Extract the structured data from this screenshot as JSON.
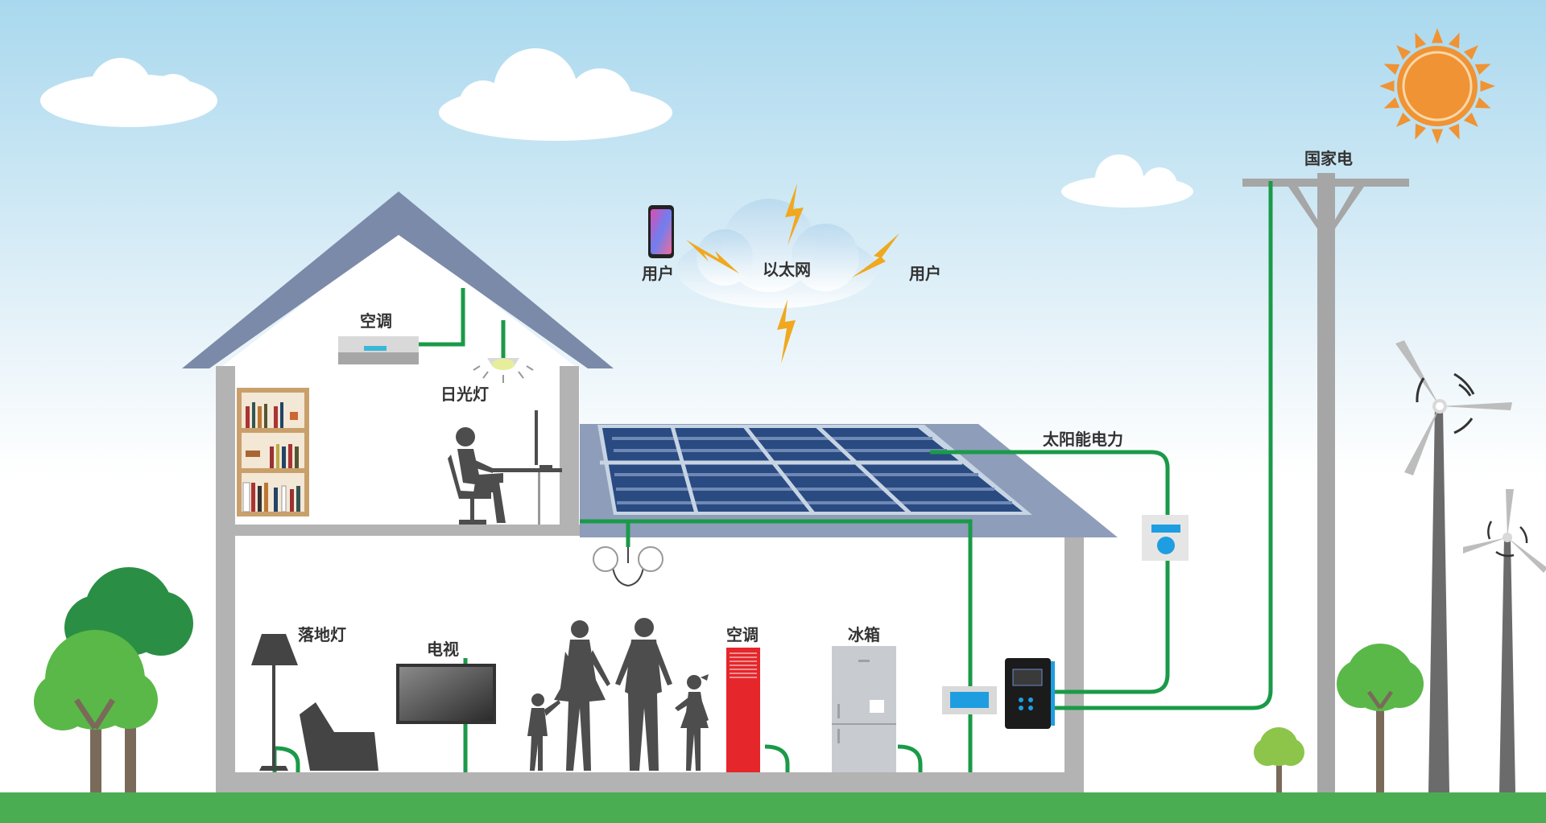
{
  "labels": {
    "ac_upstairs": "空调",
    "fluorescent_lamp": "日光灯",
    "floor_lamp": "落地灯",
    "tv": "电视",
    "ac_downstairs": "空调",
    "fridge": "冰箱",
    "user_left": "用户",
    "ethernet": "以太网",
    "user_right": "用户",
    "solar_power": "太阳能电力",
    "national_grid": "国家电"
  },
  "icons": {
    "sun": "sun-icon",
    "cloud": "cloud-icon",
    "lightning": "lightning-icon",
    "phone": "smartphone-icon",
    "tree": "tree-icon",
    "wind_turbine": "wind-turbine-icon",
    "solar_panel": "solar-panel-icon",
    "power_pole": "power-pole-icon",
    "inverter": "inverter-icon",
    "meter": "meter-icon"
  },
  "colors": {
    "sky_top": "#a9d8ee",
    "sky_bottom": "#ffffff",
    "roof": "#7b8aa8",
    "wall": "#b3b3b3",
    "grass": "#4aad52",
    "cable": "#1a9a48",
    "sun": "#ef9334",
    "panel": "#2a4a82",
    "tree_dark": "#2a8f44",
    "tree_light": "#5ab848",
    "silhouette": "#4d4d4d",
    "ac_red": "#e5262b",
    "lightning": "#f0a81e"
  }
}
